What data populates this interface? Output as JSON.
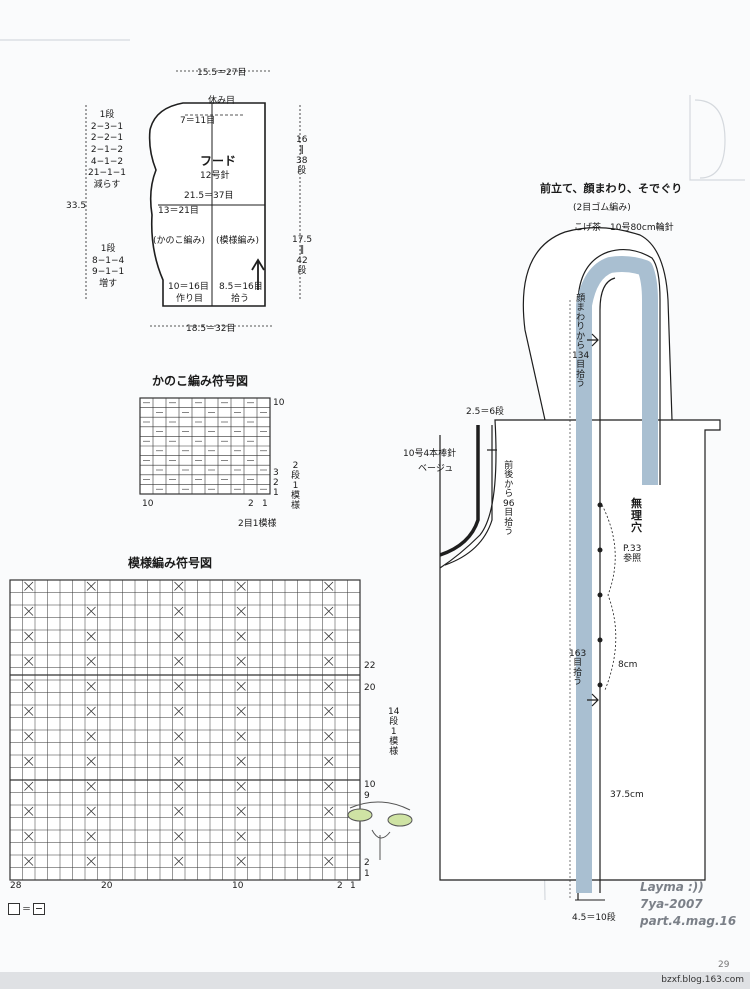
{
  "hood": {
    "top_width": "15.5＝27目",
    "rest_top": "休み目",
    "top_inner": "7＝11目",
    "title": "フード",
    "needle": "12号針",
    "mid_width": "21.5＝37目",
    "mid_inner": "13＝21目",
    "left_pattern": "(かのこ編み)",
    "right_pattern": "(模様編み)",
    "bottom_left_count": "10＝16目",
    "bottom_left_label": "作り目",
    "bottom_right_count": "8.5＝16目",
    "bottom_right_label": "拾う",
    "bottom_width": "18.5＝32目",
    "height_total": "33.5",
    "right_top": [
      "16",
      "‖",
      "38",
      "段"
    ],
    "right_bottom": [
      "17.5",
      "‖",
      "42",
      "段"
    ],
    "decrease": [
      "1段",
      "2−3−1",
      "2−2−1",
      "2−1−2",
      "4−1−2",
      "21−1−1",
      "減らす"
    ],
    "increase": [
      "1段",
      "8−1−4",
      "9−1−1",
      "増す"
    ]
  },
  "kanoko": {
    "title": "かのこ編み符号図",
    "row_labels": [
      "10",
      "3",
      "2",
      "1"
    ],
    "col_labels": [
      "10",
      "2",
      "1"
    ],
    "repeat_rows": [
      "2",
      "段",
      "1",
      "模",
      "様"
    ],
    "repeat_stitches": "2目1模様"
  },
  "pattern": {
    "title": "模様編み符号図",
    "row_labels": [
      "22",
      "20",
      "10",
      "9",
      "2",
      "1"
    ],
    "col_labels": [
      "28",
      "20",
      "10",
      "2",
      "1"
    ],
    "repeat_rows": [
      "14",
      "段",
      "1",
      "模",
      "様"
    ],
    "legend_eq": "＝"
  },
  "body": {
    "title": "前立て、顔まわり、そでぐり",
    "subtitle": "(2目ゴム編み)",
    "yarn": "こげ茶　10号80cm輪針",
    "face_pickup": [
      "顔",
      "ま",
      "わ",
      "り",
      "か",
      "ら",
      "134",
      "目",
      "拾",
      "う"
    ],
    "armhole_height": "2.5＝6段",
    "armhole_needle": "10号4本棒針",
    "armhole_color": "ベージュ",
    "armhole_pickup": [
      "前",
      "後",
      "か",
      "ら",
      "96",
      "目",
      "拾",
      "う"
    ],
    "buttonhole": [
      "無",
      "理",
      "穴"
    ],
    "buttonhole_ref": [
      "P.33",
      "参照"
    ],
    "spacing": "8cm",
    "front_pickup": [
      "163",
      "目",
      "拾",
      "う"
    ],
    "front_length": "37.5cm",
    "band_width": "4.5＝10段"
  },
  "signature": [
    "Layma :))",
    "7ya-2007",
    "part.4.mag.16"
  ],
  "page_number": "29",
  "watermark": "bzxf.blog.163.com",
  "colors": {
    "band": "#a9bfd1",
    "line": "#1e1e1e",
    "faint": "#d5d9de"
  }
}
